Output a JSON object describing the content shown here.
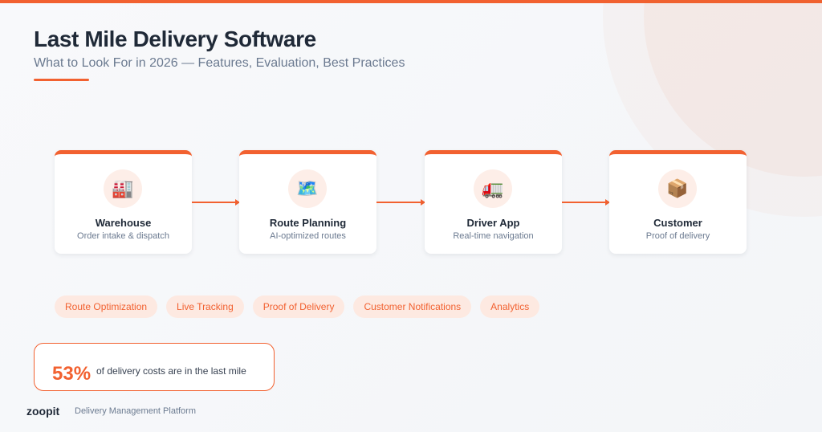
{
  "header": {
    "title": "Last Mile Delivery Software",
    "subtitle": "What to Look For in 2026 — Features, Evaluation, Best Practices"
  },
  "colors": {
    "accent": "#f26130",
    "accent_light": "#fde9e1",
    "heading": "#1f2937",
    "muted": "#6b7a90"
  },
  "flow": {
    "steps": [
      {
        "icon": "🏭",
        "icon_name": "factory-icon",
        "title": "Warehouse",
        "desc": "Order intake & dispatch"
      },
      {
        "icon": "🗺️",
        "icon_name": "map-icon",
        "title": "Route Planning",
        "desc": "AI-optimized routes"
      },
      {
        "icon": "🚛",
        "icon_name": "truck-icon",
        "title": "Driver App",
        "desc": "Real-time navigation"
      },
      {
        "icon": "📦",
        "icon_name": "package-icon",
        "title": "Customer",
        "desc": "Proof of delivery"
      }
    ]
  },
  "features": [
    "Route Optimization",
    "Live Tracking",
    "Proof of Delivery",
    "Customer Notifications",
    "Analytics"
  ],
  "stat": {
    "value": "53%",
    "text": "of delivery costs are in the last mile"
  },
  "footer": {
    "brand": "zoopit",
    "tagline": "Delivery Management Platform"
  }
}
